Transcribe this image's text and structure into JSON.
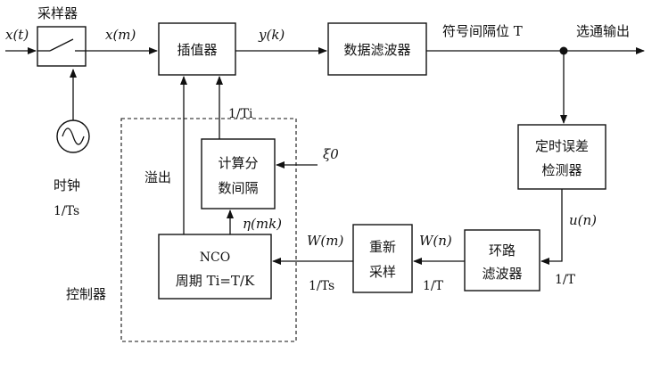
{
  "blocks": {
    "sampler": "采样器",
    "interpolator": "插值器",
    "data_filter": "数据滤波器",
    "timing_detector_line1": "定时误差",
    "timing_detector_line2": "检测器",
    "loop_filter_line1": "环路",
    "loop_filter_line2": "滤波器",
    "resample_line1": "重新",
    "resample_line2": "采样",
    "nco_line1": "NCO",
    "nco_line2": "周期 Ti=T/K",
    "calc_line1": "计算分",
    "calc_line2": "数间隔"
  },
  "signals": {
    "input": "x(t)",
    "sampled": "x(m)",
    "interp_out": "y(k)",
    "symbol_interval": "符号间隔位 T",
    "strobe_output": "选通输出",
    "clock_line1": "时钟",
    "clock_line2": "1/Ts",
    "overflow": "溢出",
    "one_over_ti": "1/Ti",
    "xi0": "ξ0",
    "eta": "η(mk)",
    "w_m": "W(m)",
    "w_n": "W(n)",
    "u_n": "u(n)",
    "rate_ts": "1/Ts",
    "rate_t_mid": "1/T",
    "rate_t_right": "1/T",
    "controller": "控制器"
  }
}
